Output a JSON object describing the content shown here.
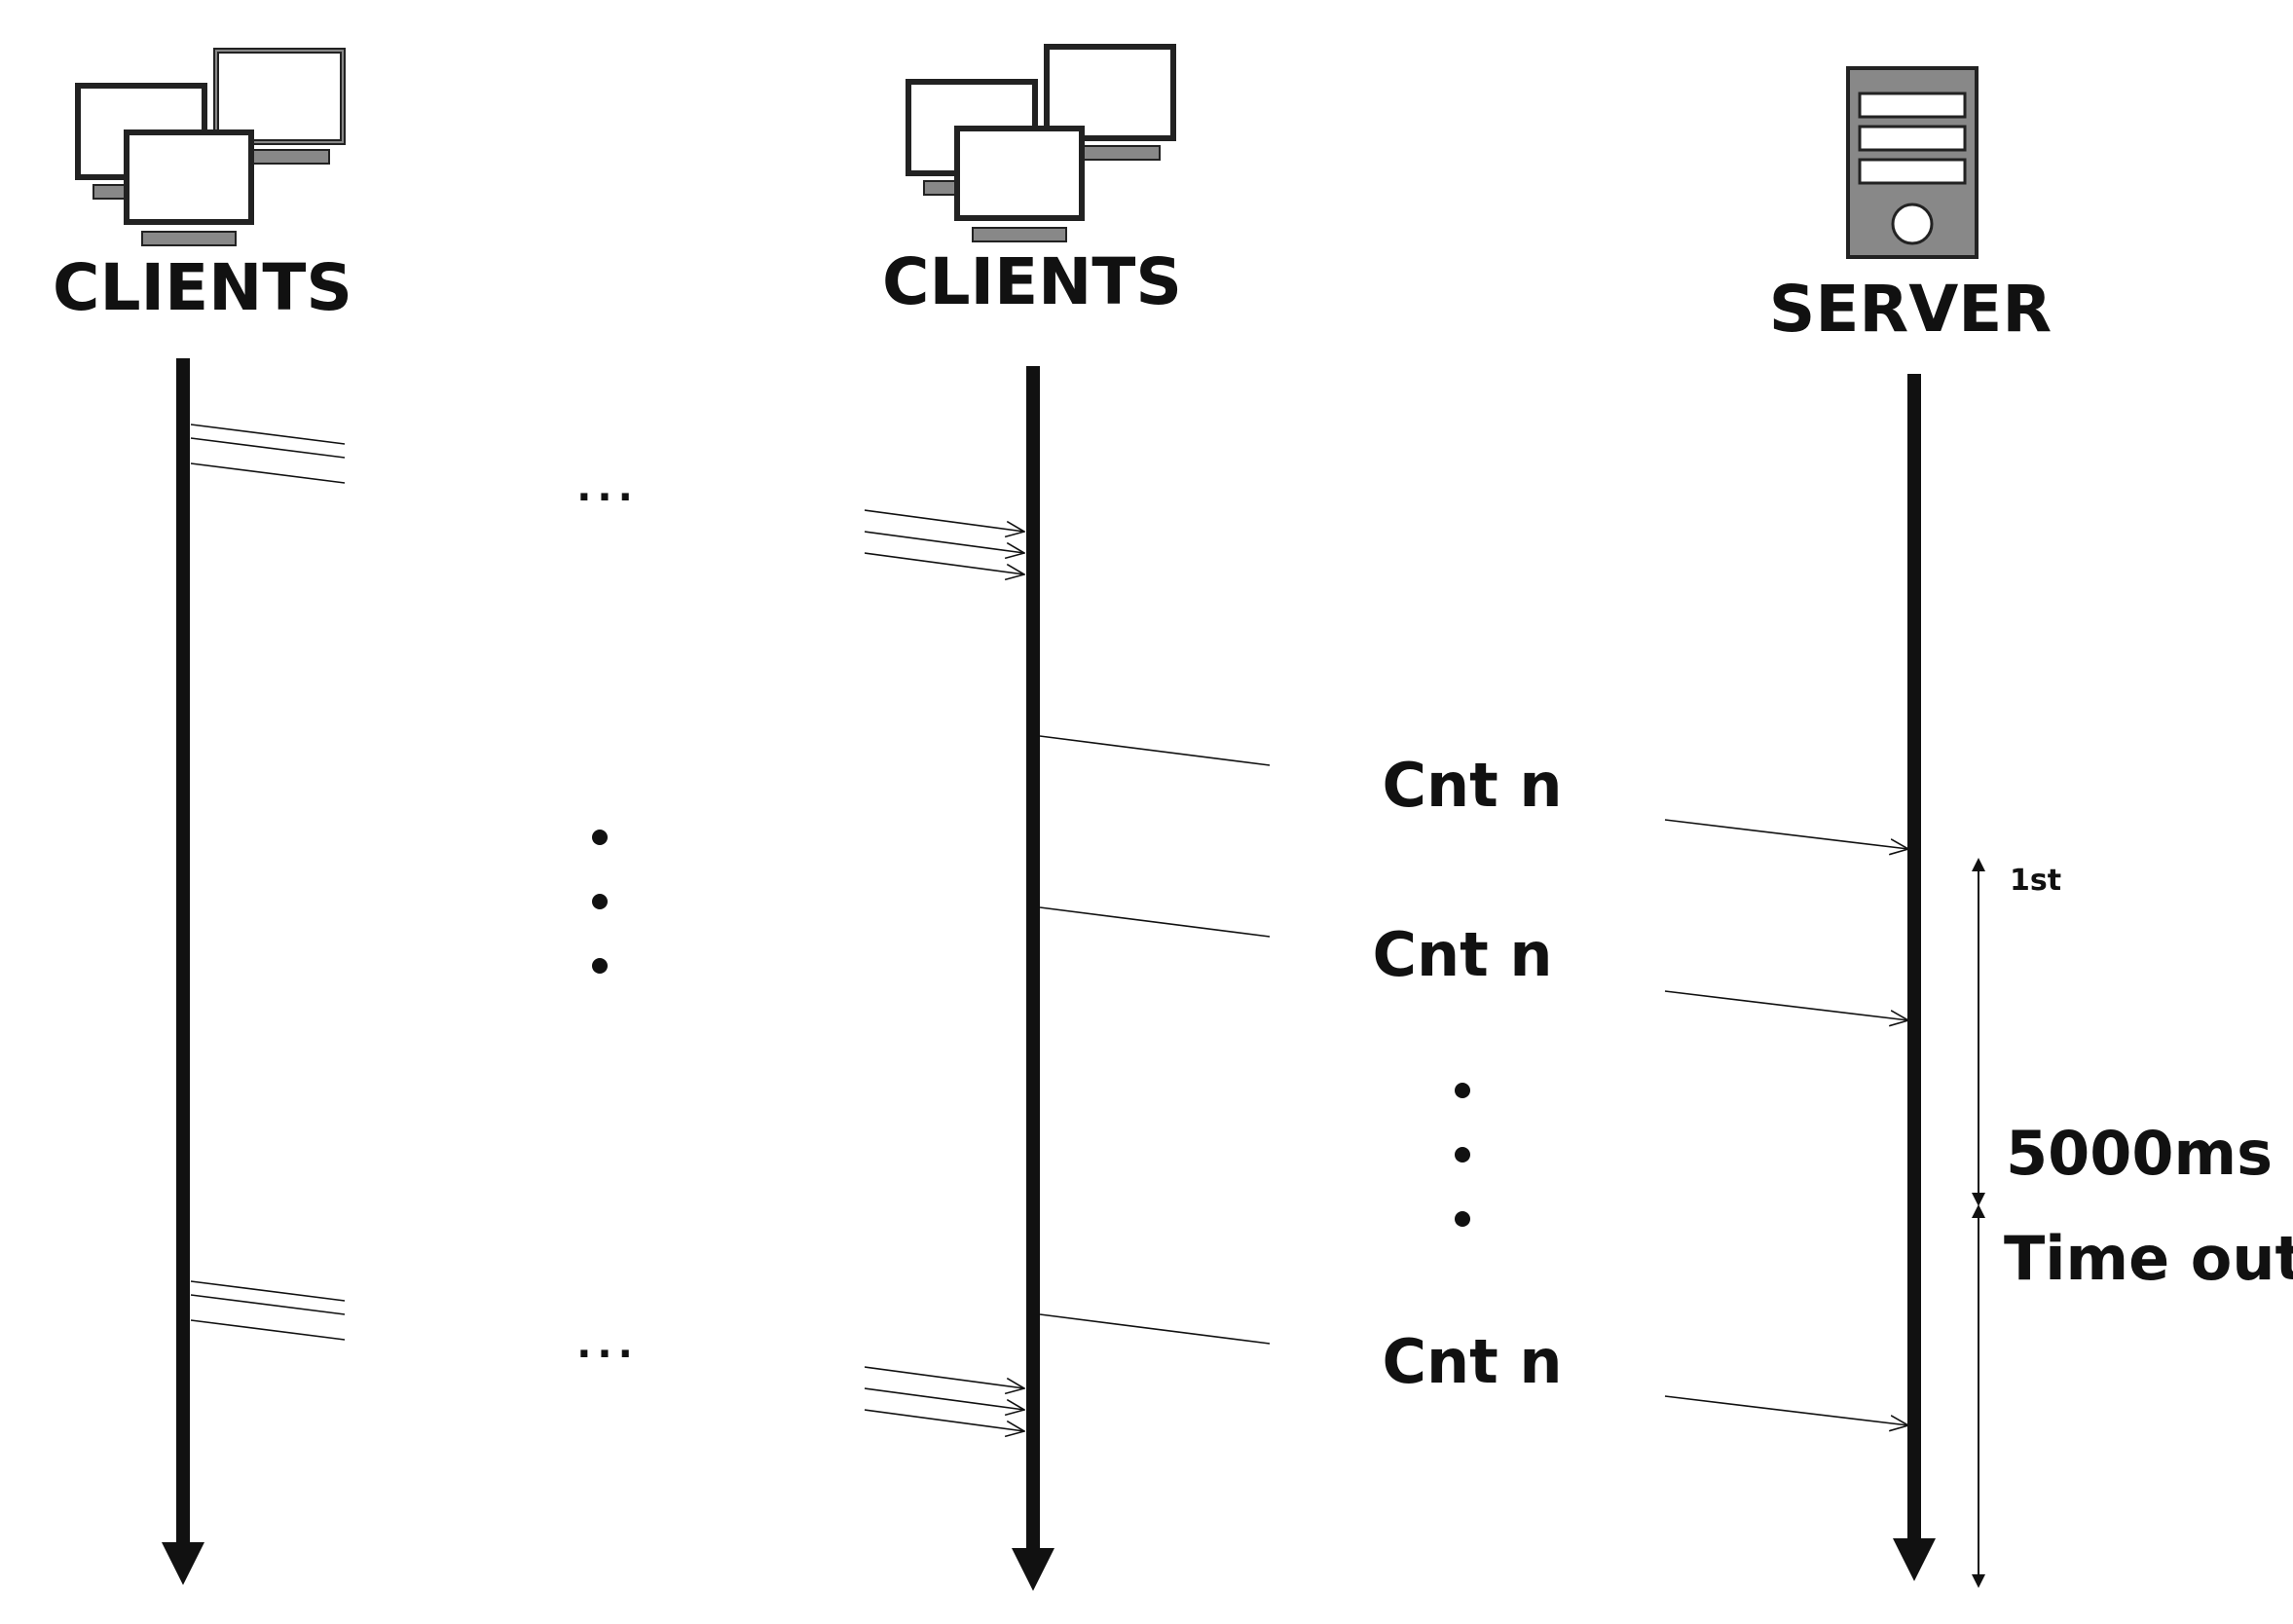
{
  "nodes": {
    "clients_left": {
      "label": "CLIENTS",
      "icon": "computer-cluster-icon"
    },
    "clients_mid": {
      "label": "CLIENTS",
      "icon": "computer-cluster-icon"
    },
    "server": {
      "label": "SERVER",
      "icon": "server-tower-icon"
    }
  },
  "messages": [
    {
      "label": "Cnt n"
    },
    {
      "label": "Cnt n"
    },
    {
      "label": "Cnt n"
    }
  ],
  "ellipsis": {
    "top": "...",
    "bottom": "..."
  },
  "timing": {
    "first_label": "1st",
    "duration_label": "5000ms",
    "timeout_label": "Time out"
  },
  "colors": {
    "line": "#111111",
    "icon_fill": "#888888",
    "icon_stroke": "#222222"
  }
}
